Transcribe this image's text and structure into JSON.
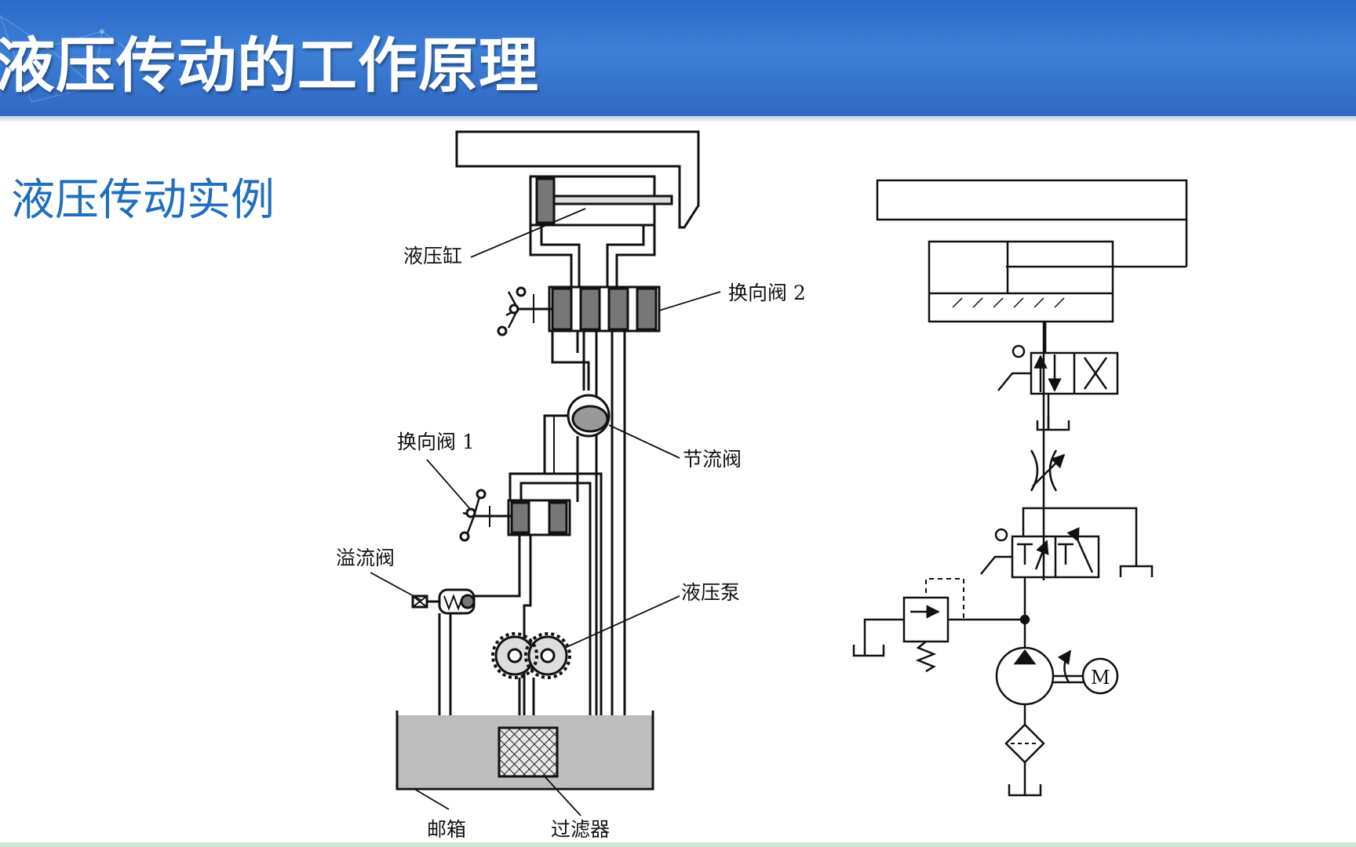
{
  "slide": {
    "title": "液压传动的工作原理",
    "subtitle": "液压传动实例"
  },
  "physical_diagram": {
    "labels": {
      "cylinder": "液压缸",
      "directional_valve_2": "换向阀 2",
      "throttle_valve": "节流阀",
      "directional_valve_1": "换向阀 1",
      "relief_valve": "溢流阀",
      "pump": "液压泵",
      "tank": "邮箱",
      "filter": "过滤器"
    }
  },
  "symbol_diagram": {
    "motor_label": "M"
  },
  "colors": {
    "banner": "#2f6cc9",
    "subtitle": "#1f6fbf",
    "oil": "#bdbdbd",
    "line": "#111111"
  }
}
